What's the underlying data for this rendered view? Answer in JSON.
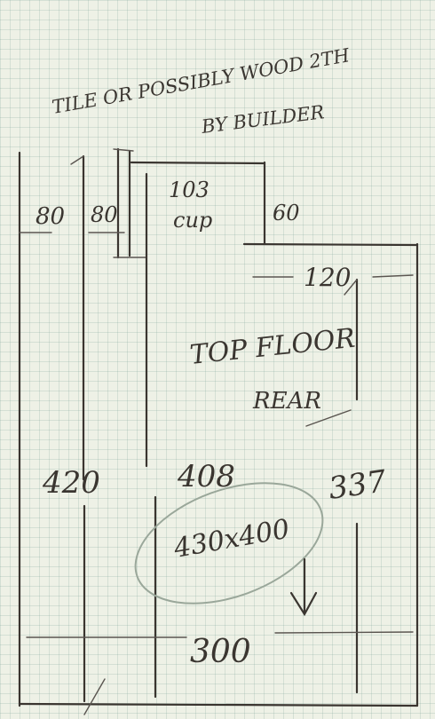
{
  "note": {
    "line1": "TILE OR POSSIBLY WOOD 2TH",
    "line2": "BY BUILDER"
  },
  "room": {
    "label_line1": "TOP FLOOR",
    "label_line2": "REAR"
  },
  "dimensions": {
    "left_strip": "80",
    "second_strip": "80",
    "cupboard_width": "103",
    "cupboard_label": "cup",
    "cupboard_depth": "60",
    "right_offset": "120",
    "left_height": "420",
    "middle_height": "408",
    "right_height": "337",
    "bed_size": "430x400",
    "bottom_width": "300"
  }
}
